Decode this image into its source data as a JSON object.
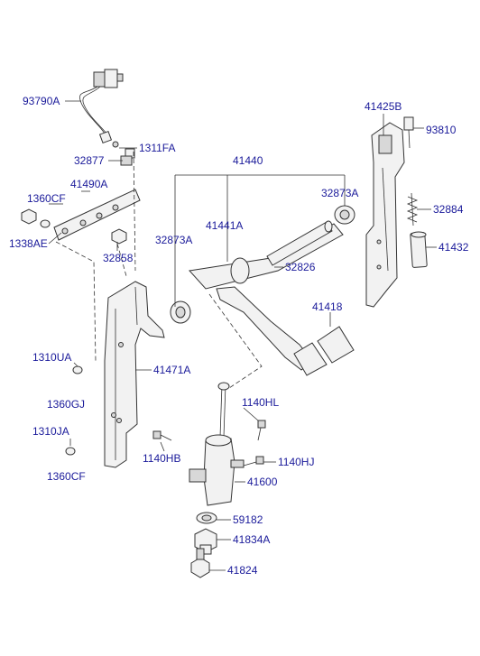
{
  "labels": {
    "93790A": "93790A",
    "1311FA": "1311FA",
    "32877": "32877",
    "41440": "41440",
    "41425B": "41425B",
    "93810": "93810",
    "1360CF_top": "1360CF",
    "41490A": "41490A",
    "1338AE": "1338AE",
    "32858": "32858",
    "32873A_right": "32873A",
    "41441A": "41441A",
    "32873A_left": "32873A",
    "32884": "32884",
    "32826": "32826",
    "41432": "41432",
    "41418": "41418",
    "1310UA": "1310UA",
    "41471A": "41471A",
    "1360GJ": "1360GJ",
    "1140HL": "1140HL",
    "1310JA": "1310JA",
    "1140HB": "1140HB",
    "1140HJ": "1140HJ",
    "1360CF_bottom": "1360CF",
    "41600": "41600",
    "59182": "59182",
    "41834A": "41834A",
    "41824": "41824"
  }
}
